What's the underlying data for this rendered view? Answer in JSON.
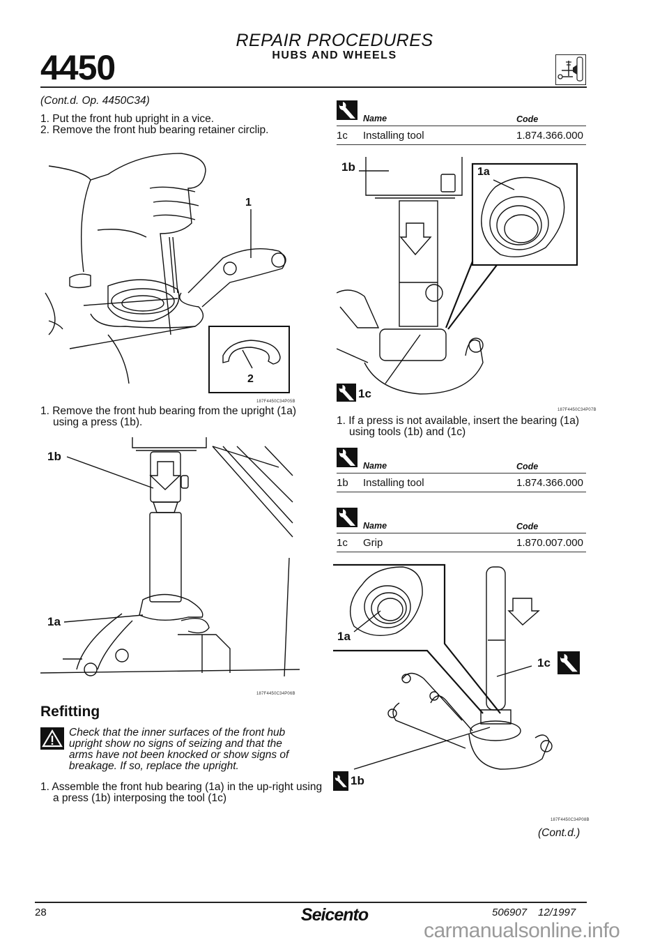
{
  "header": {
    "section_number": "4450",
    "title": "REPAIR PROCEDURES",
    "subtitle": "HUBS AND WHEELS",
    "section_icon": "hub-wheel-icon"
  },
  "left_column": {
    "continuation": "(Cont.d. Op. 4450C34)",
    "steps_intro": [
      "1. Put the front hub upright in a vice.",
      "2. Remove the front hub bearing retainer circlip."
    ],
    "figure1": {
      "labels": [
        "1",
        "2"
      ],
      "ref": "187F4450C34P05B"
    },
    "step_remove": "1. Remove the front hub bearing from the upright (1a) using a press (1b).",
    "figure2": {
      "labels": [
        "1b",
        "1a"
      ],
      "ref": "187F4450C34P06B"
    },
    "refitting_heading": "Refitting",
    "warning_icon": "warning-icon",
    "warning_text": "Check that the inner surfaces of the front hub upright show no signs of seizing and that the arms have not been knocked or show signs of breakage. If so, replace the upright.",
    "step_assemble": "1. Assemble the front hub bearing (1a) in the up-right using a press (1b) interposing the tool (1c)"
  },
  "right_column": {
    "table1": {
      "header_name": "Name",
      "header_code": "Code",
      "rows": [
        {
          "ref": "1c",
          "name": "Installing tool",
          "code": "1.874.366.000"
        }
      ]
    },
    "figure3": {
      "labels": [
        "1b",
        "1a",
        "1c"
      ],
      "ref": "187F4450C34P07B"
    },
    "step_no_press": "1. If a press is not available, insert the bearing (1a) using tools (1b) and (1c)",
    "table2": {
      "header_name": "Name",
      "header_code": "Code",
      "rows": [
        {
          "ref": "1b",
          "name": "Installing tool",
          "code": "1.874.366.000"
        }
      ]
    },
    "table3": {
      "header_name": "Name",
      "header_code": "Code",
      "rows": [
        {
          "ref": "1c",
          "name": "Grip",
          "code": "1.870.007.000"
        }
      ]
    },
    "figure4": {
      "labels": [
        "1a",
        "1c",
        "1b"
      ],
      "ref": "187F4450C34P08B"
    },
    "continued": "(Cont.d.)"
  },
  "footer": {
    "page_number": "28",
    "brand": "Seicento",
    "doc_code": "506907",
    "date": "12/1997"
  },
  "watermark": "carmanualsonline.info"
}
